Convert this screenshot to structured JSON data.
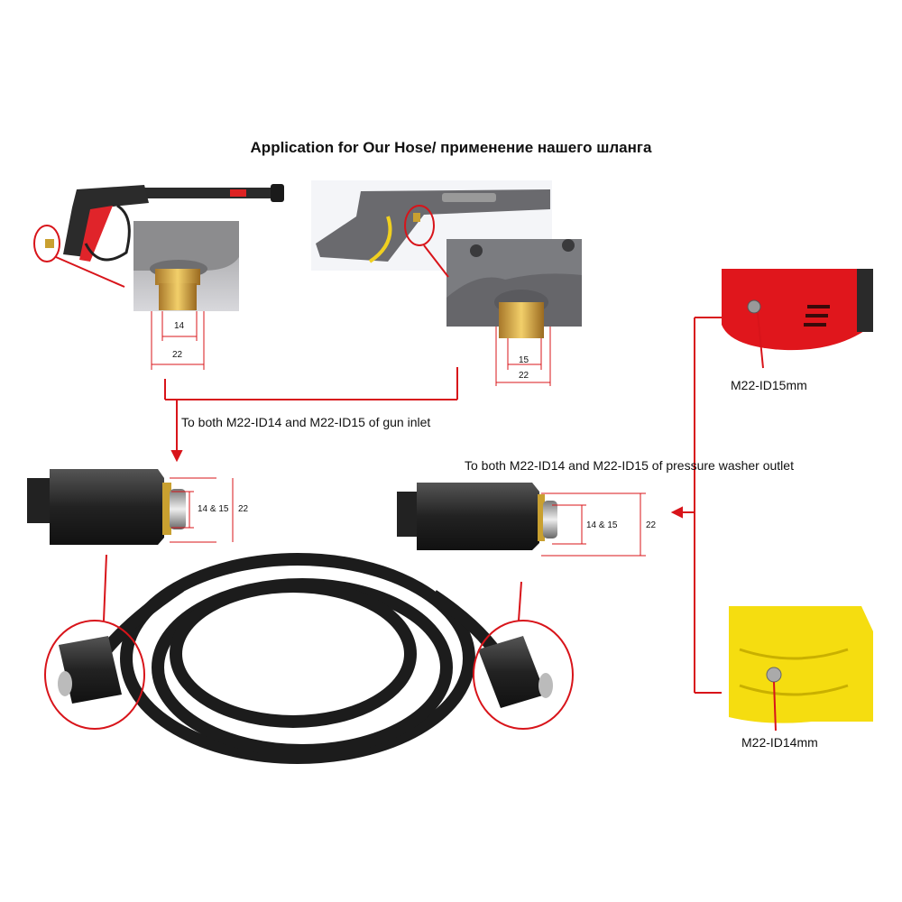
{
  "title": "Application for Our Hose/ применение нашего шланга",
  "gun_inlet_note": "To both M22-ID14 and M22-ID15 of gun inlet",
  "washer_outlet_note": "To both M22-ID14 and M22-ID15 of pressure washer outlet",
  "gun_1": {
    "inner_dim": "14",
    "outer_dim": "22"
  },
  "gun_2": {
    "inner_dim": "15",
    "outer_dim": "22"
  },
  "hose_connector_left": {
    "inner_dim": "14 & 15",
    "outer_dim": "22"
  },
  "hose_connector_right": {
    "inner_dim": "14 & 15",
    "outer_dim": "22"
  },
  "washer_red": {
    "label": "M22-ID15mm",
    "color": "#e0161c"
  },
  "washer_yellow": {
    "label": "M22-ID14mm",
    "color": "#f5dd10"
  },
  "annotation_color": "#d8141a"
}
